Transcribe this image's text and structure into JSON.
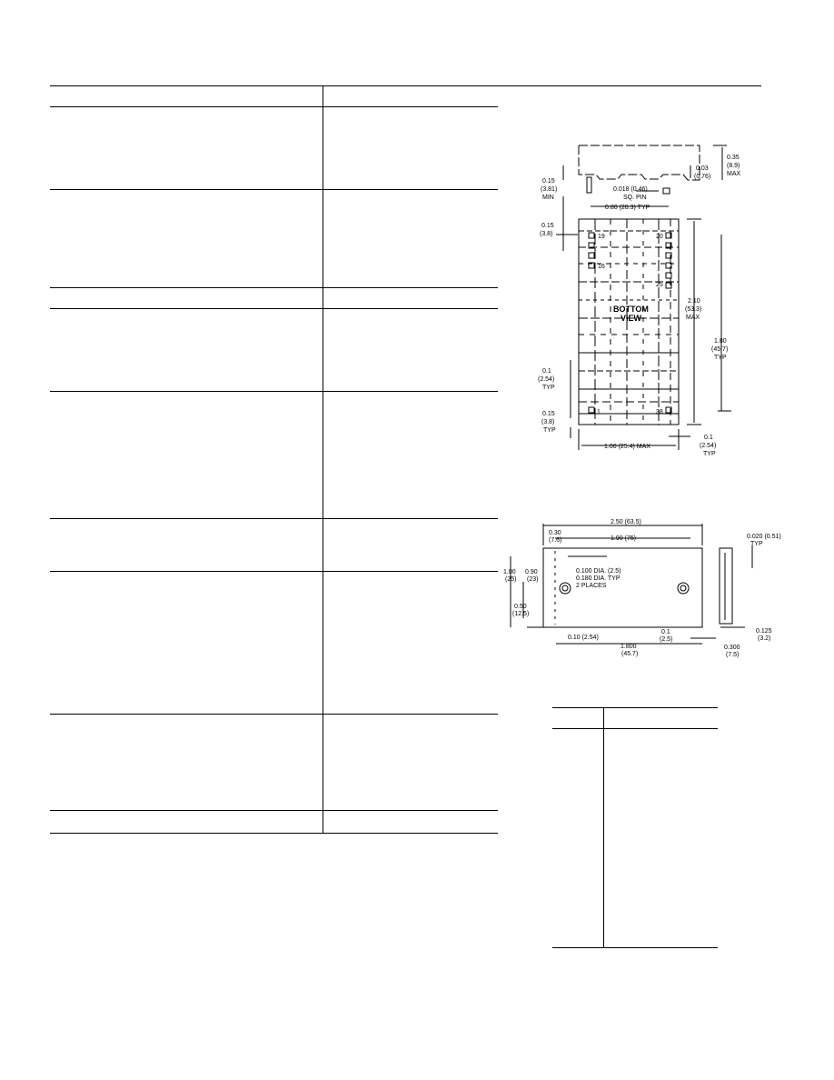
{
  "outline_drawing": {
    "side_view_dims": {
      "height_max": [
        "0.35",
        "(8.9)",
        "MAX"
      ],
      "standoff": [
        "0.03",
        "(0.76)"
      ],
      "pin_len_min": [
        "0.15",
        "(3.81)",
        "MIN"
      ],
      "pin_size": [
        "0.018 (0.46)",
        "SQ. PIN"
      ],
      "pin_pitch": "0.80 (20.3) TYP"
    },
    "bottom_view": {
      "title": [
        "BOTTOM",
        "VIEW"
      ],
      "pin_labels": [
        "19",
        "20",
        "16",
        "25",
        "1",
        "38"
      ],
      "top_offset": [
        "0.15",
        "(3.8)"
      ],
      "length_max": [
        "2.10",
        "(53.3)",
        "MAX"
      ],
      "row_span": [
        "1.80",
        "(45.7)",
        "TYP"
      ],
      "pin_pitch": [
        "0.1",
        "(2.54)",
        "TYP"
      ],
      "bottom_offset": [
        "0.15",
        "(3.8)",
        "TYP"
      ],
      "width_max": "1.00 (25.4) MAX",
      "right_pitch": [
        "0.1",
        "(2.54)",
        "TYP"
      ]
    },
    "mounting_view": {
      "overall_length": "2.50 (63.5)",
      "hole_offset": [
        "0.30",
        "(7.6)"
      ],
      "hole_spacing": "1.90 (75)",
      "holes_note": [
        "0.100 DIA. (2.5)",
        "0.180 DIA. TYP",
        "2 PLACES"
      ],
      "height": [
        "1.00",
        "(25)"
      ],
      "height_inner": [
        "0.90",
        "(23)"
      ],
      "hole_row": [
        "0.50",
        "(12.5)"
      ],
      "left_offset": "0.10 (2.54)",
      "pitch": [
        "0.1",
        "(2.5)"
      ],
      "bottom_span": [
        "1.800",
        "(45.7)"
      ],
      "thickness": [
        "0.300",
        "(7.5)"
      ],
      "side_top": [
        "0.020 (0.51)",
        "TYP"
      ],
      "side_bottom": [
        "0.125",
        "(3.2)"
      ]
    }
  }
}
